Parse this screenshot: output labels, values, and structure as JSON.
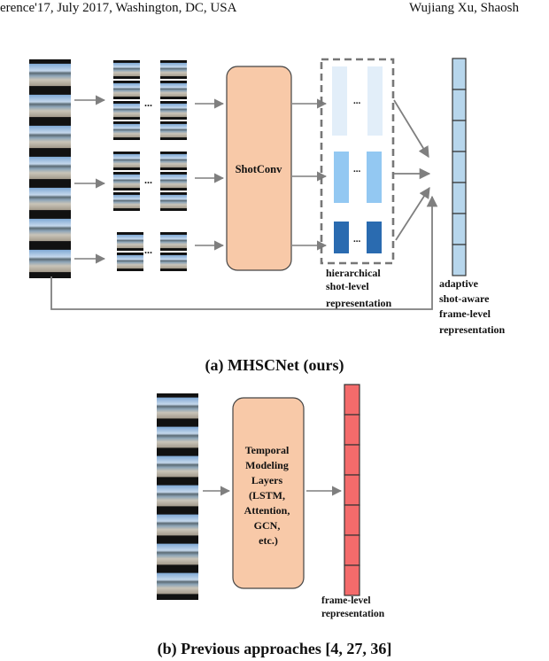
{
  "header": {
    "left": "erence'17, July 2017, Washington, DC, USA",
    "right": "Wujiang Xu, Shaosh"
  },
  "diagram_a": {
    "ellipsis": "...",
    "module_label": "ShotConv",
    "hier_label": [
      "hierarchical",
      "shot-level",
      "representation"
    ],
    "out_label": [
      "adaptive",
      "shot-aware",
      "frame-level",
      "representation"
    ],
    "caption": "(a) MHSCNet (ours)"
  },
  "diagram_b": {
    "module_label": [
      "Temporal",
      "Modeling",
      "Layers",
      "(LSTM,",
      "Attention,",
      "GCN,",
      "etc.)"
    ],
    "out_label": [
      "frame-level",
      "representation"
    ],
    "caption": "(b) Previous approaches [4, 27, 36]"
  },
  "colors": {
    "shotconv_fill": "#f8c9a8",
    "arrow": "#7f7f7f",
    "frame_vec_a": "#b7d6ec",
    "frame_vec_b": "#f46b6b",
    "shot_light": "#e2eef9",
    "shot_mid": "#93c8f2",
    "shot_dark": "#2a6bb0"
  }
}
